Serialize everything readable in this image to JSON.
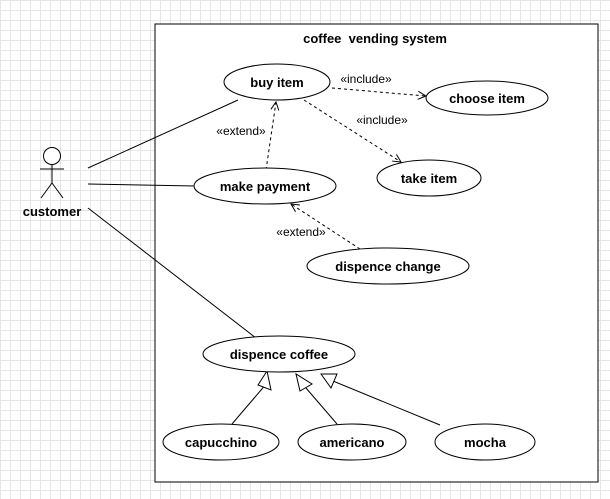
{
  "system": {
    "title": "coffee  vending system"
  },
  "actor": {
    "name": "customer"
  },
  "use_cases": {
    "buy_item": "buy item",
    "choose_item": "choose item",
    "take_item": "take item",
    "make_payment": "make payment",
    "dispence_change": "dispence change",
    "dispence_coffee": "dispence coffee",
    "capucchino": "capucchino",
    "americano": "americano",
    "mocha": "mocha"
  },
  "stereotypes": {
    "include_choose": "«include»",
    "include_take": "«include»",
    "extend_payment": "«extend»",
    "extend_change": "«extend»"
  }
}
